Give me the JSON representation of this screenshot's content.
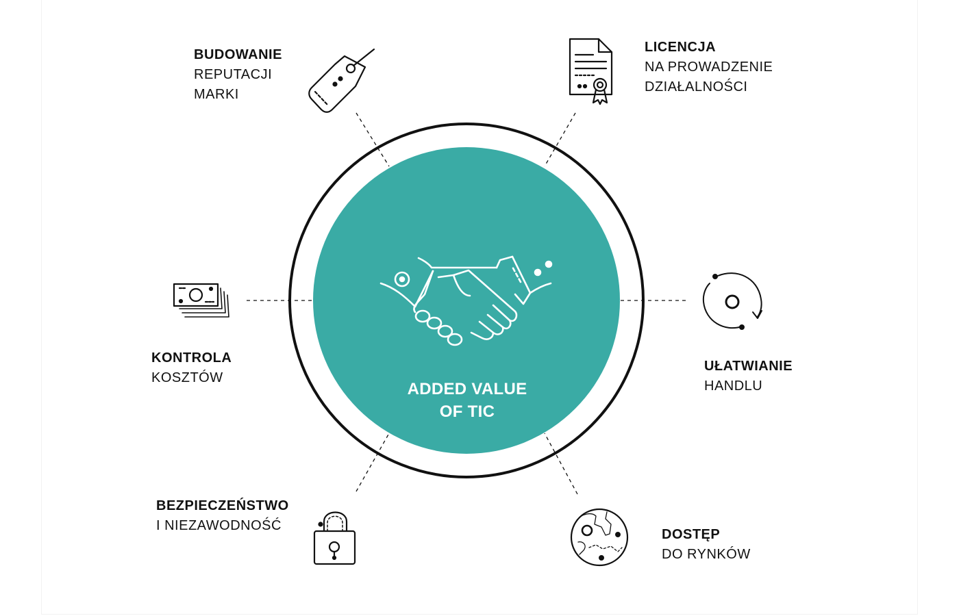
{
  "colors": {
    "teal": "#3aaba5",
    "ink": "#111111",
    "white": "#ffffff"
  },
  "center": {
    "line1": "ADDED VALUE",
    "line2": "OF TIC",
    "icon": "handshake-icon"
  },
  "items": [
    {
      "id": "reputation",
      "title": "BUDOWANIE",
      "lines": [
        "REPUTACJI",
        "MARKI"
      ],
      "icon": "price-tag-icon"
    },
    {
      "id": "license",
      "title": "LICENCJA",
      "lines": [
        "NA PROWADZENIE",
        "DZIAŁALNOŚCI"
      ],
      "icon": "certificate-icon"
    },
    {
      "id": "cost",
      "title": "KONTROLA",
      "lines": [
        "KOSZTÓW"
      ],
      "icon": "banknotes-icon"
    },
    {
      "id": "trade",
      "title": "UŁATWIANIE",
      "lines": [
        "HANDLU"
      ],
      "icon": "cycle-arrows-icon"
    },
    {
      "id": "safety",
      "title": "BEZPIECZEŃSTWO",
      "lines": [
        "I NIEZAWODNOŚĆ"
      ],
      "icon": "padlock-icon"
    },
    {
      "id": "market",
      "title": "DOSTĘP",
      "lines": [
        "DO RYNKÓW"
      ],
      "icon": "globe-icon"
    }
  ]
}
